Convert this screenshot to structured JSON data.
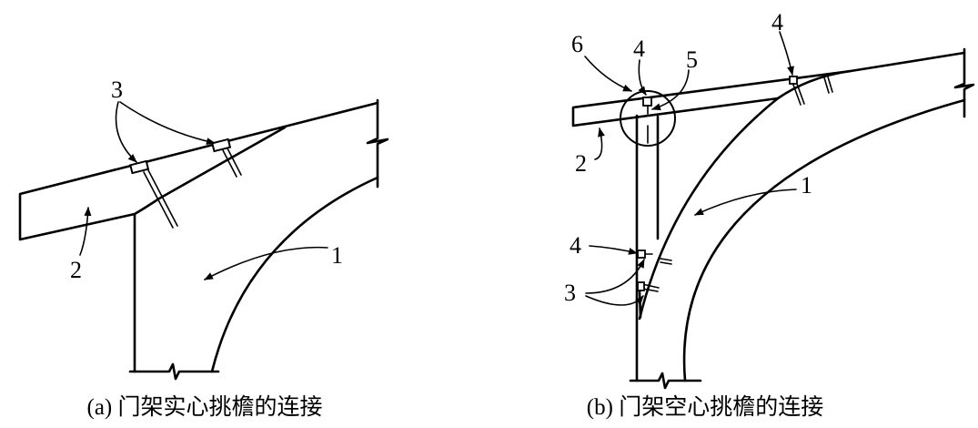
{
  "panel_a": {
    "caption": "(a) 门架实心挑檐的连接",
    "labels": {
      "rafter_frame": "1",
      "overhang": "2",
      "bolts": "3"
    }
  },
  "panel_b": {
    "caption": "(b) 门架空心挑檐的连接",
    "labels": {
      "rafter_frame": "1",
      "overhang": "2",
      "bolts": "3",
      "plate_top": "4",
      "plate_right": "4",
      "plate_bottom": "4",
      "insert": "5",
      "detail_circle": "6"
    }
  }
}
